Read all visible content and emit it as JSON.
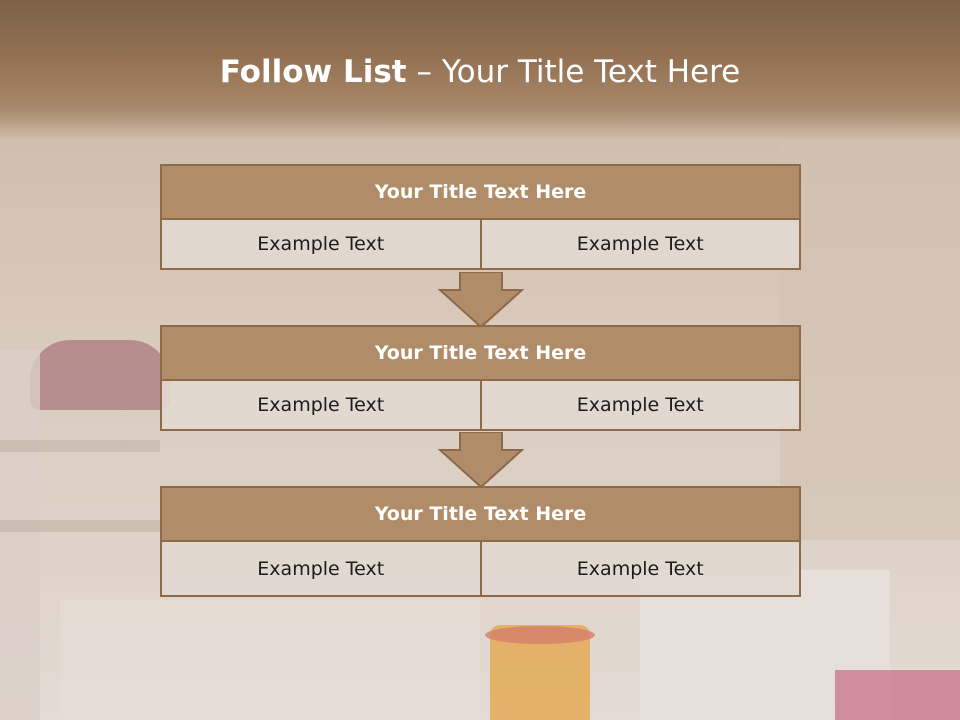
{
  "slide": {
    "title_bold": "Follow List",
    "title_rest": " – Your Title Text Here"
  },
  "blocks": [
    {
      "title": "Your Title Text Here",
      "cells": [
        "Example Text",
        "Example Text"
      ]
    },
    {
      "title": "Your Title Text Here",
      "cells": [
        "Example Text",
        "Example Text"
      ]
    },
    {
      "title": "Your Title Text Here",
      "cells": [
        "Example Text",
        "Example Text"
      ]
    }
  ],
  "colors": {
    "header": "#8f6e50",
    "box_fill": "#b08c68",
    "box_border": "#8c6a4a",
    "cell_fill": "#e1d8d1"
  },
  "icons": [
    "down-arrow-icon",
    "down-arrow-icon"
  ]
}
